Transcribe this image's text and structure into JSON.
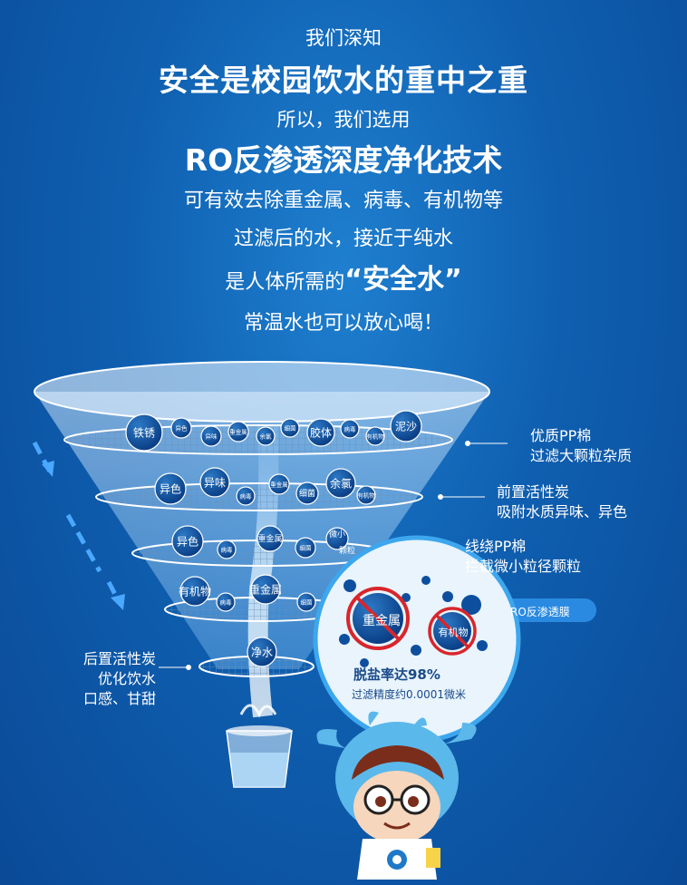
{
  "headline": {
    "line1": "我们深知",
    "line2": "安全是校园饮水的重中之重",
    "line3": "所以，我们选用",
    "line4": "RO反渗透深度净化技术",
    "line5": "可有效去除重金属、病毒、有机物等",
    "line6": "过滤后的水，接近于纯水",
    "line7_prefix": "是人体所需的",
    "line7_emph": "“安全水”",
    "line8": "常温水也可以放心喝！"
  },
  "stages": [
    {
      "label_lines": [
        "优质PP棉",
        "过滤大颗粒杂质"
      ]
    },
    {
      "label_lines": [
        "前置活性炭",
        "吸附水质异味、异色"
      ]
    },
    {
      "label_lines": [
        "线绕PP棉",
        "拦截微小粒径颗粒"
      ]
    },
    {
      "label_lines": [
        "RO反渗透膜"
      ]
    },
    {
      "label_lines": [
        "后置活性炭",
        "优化饮水",
        "口感、甘甜"
      ]
    }
  ],
  "layer1_bubbles": [
    "铁锈",
    "异色",
    "异味",
    "重金属",
    "余氯",
    "细菌",
    "胶体",
    "病毒",
    "有机物",
    "泥沙"
  ],
  "layer2_bubbles": [
    "异色",
    "异味",
    "病毒",
    "重金属",
    "细菌",
    "余氯",
    "有机物"
  ],
  "layer3_bubbles": [
    "异色",
    "病毒",
    "重金属",
    "细菌",
    "微小",
    "颗粒"
  ],
  "layer4_bubbles": [
    "有机物",
    "病毒",
    "重金属",
    "细菌"
  ],
  "layer5_bubbles": [
    "净水"
  ],
  "ro_zoom": {
    "blocked": [
      "重金属",
      "有机物"
    ],
    "rate": "脱盐率达98%",
    "precision": "过滤精度约0.0001微米"
  },
  "colors": {
    "bg": "#0f5fb0",
    "bubble": "#0d4f9e",
    "block": "#d8262c"
  }
}
